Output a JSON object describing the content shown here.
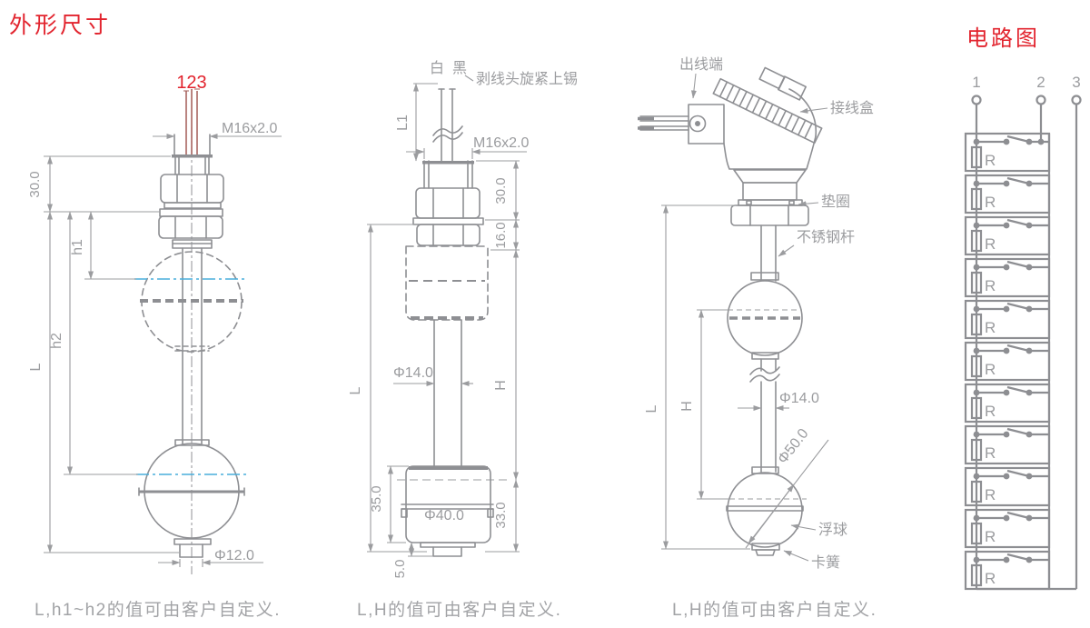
{
  "page": {
    "title": "外形尺寸",
    "circuit_title": "电路图"
  },
  "colors": {
    "accent_red": "#e2242e",
    "line_gray": "#8e8f93",
    "dim_gray": "#9b9c9f",
    "level_blue": "#48aedb",
    "wire_maroon": "#a35b56"
  },
  "drawing1": {
    "wire_numbers": "123",
    "thread_label": "M16x2.0",
    "dims": {
      "stem": "30.0",
      "h1": "h1",
      "h2": "h2",
      "L": "L",
      "tip_diameter": "Φ12.0"
    },
    "caption": "L,h1~h2的值可由客户自定义."
  },
  "drawing2": {
    "wire_white": "白",
    "wire_black": "黑",
    "wire_note": "剥线头旋紧上锡",
    "thread_label": "M16x2.0",
    "dims": {
      "L1": "L1",
      "stem": "30.0",
      "hex": "16.0",
      "rod_diameter": "Φ14.0",
      "H": "H",
      "L": "L",
      "float_height": "35.0",
      "float_diameter": "Φ40.0",
      "lower": "33.0",
      "tip": "5.0"
    },
    "caption": "L,H的值可由客户自定义."
  },
  "drawing3": {
    "labels": {
      "outlet": "出线端",
      "junction_box": "接线盒",
      "washer": "垫圈",
      "rod": "不锈钢杆",
      "float_ball": "浮球",
      "clip": "卡簧"
    },
    "dims": {
      "L": "L",
      "H": "H",
      "rod_diameter": "Φ14.0",
      "float_diameter": "Φ50.0"
    },
    "caption": "L,H的值可由客户自定义."
  },
  "circuit": {
    "terminals": [
      "1",
      "2",
      "3"
    ],
    "resistor_label": "R",
    "block_count": 11
  }
}
